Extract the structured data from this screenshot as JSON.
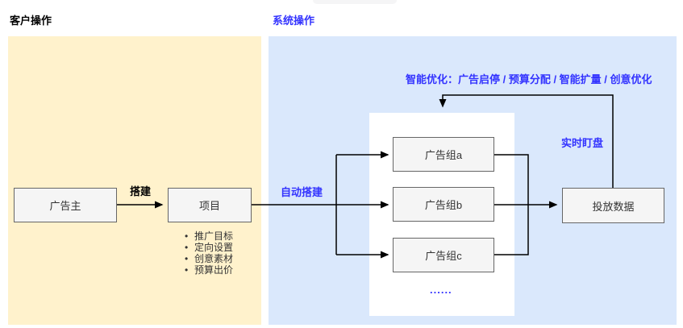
{
  "headers": {
    "customer_ops": "客户操作",
    "system_ops": "系统操作"
  },
  "colors": {
    "customer_panel": "#FFF2CC",
    "system_panel": "#DAE8FC",
    "inner_panel": "#FFFFFF",
    "node_fill": "#F5F5F5",
    "node_border": "#666666",
    "accent_blue": "#3333FF",
    "text_dark": "#333333",
    "arrow": "#000000"
  },
  "nodes": {
    "advertiser": "广告主",
    "project": "项目",
    "ad_group_a": "广告组a",
    "ad_group_b": "广告组b",
    "ad_group_c": "广告组c",
    "delivery_data": "投放数据"
  },
  "edge_labels": {
    "build": "搭建",
    "auto_build": "自动搭建",
    "smart_optimization": "智能优化：广告启停 / 预算分配 / 智能扩量 / 创意优化",
    "realtime_monitoring": "实时盯盘",
    "ellipsis": "......"
  },
  "project_bullets": [
    "推广目标",
    "定向设置",
    "创意素材",
    "预算出价"
  ]
}
